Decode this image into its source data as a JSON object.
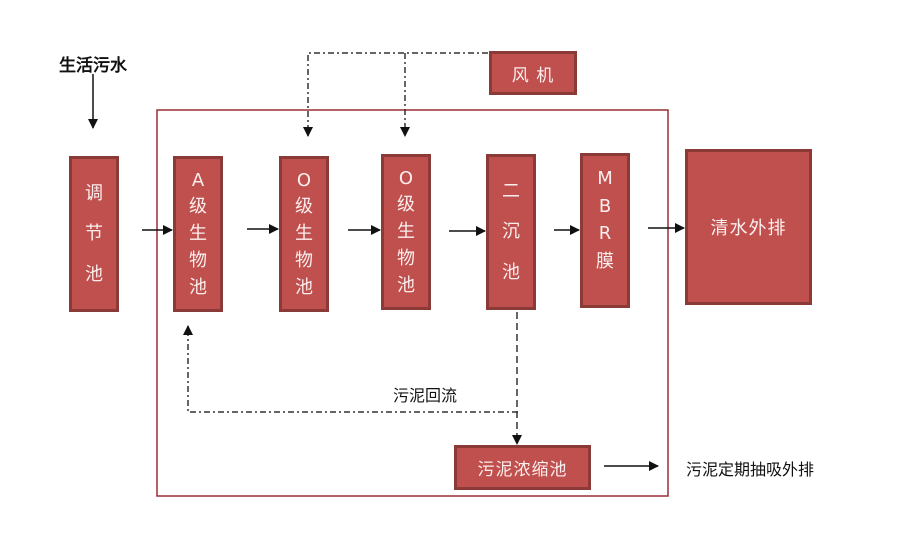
{
  "diagram": {
    "input_label": "生活污水",
    "blower_label": "风 机",
    "nodes": [
      {
        "id": "regulating-tank",
        "chars": [
          "调",
          "节",
          "池"
        ]
      },
      {
        "id": "a-bio-tank",
        "chars": [
          "A",
          "级",
          "生",
          "物",
          "池"
        ]
      },
      {
        "id": "o-bio-tank-1",
        "chars": [
          "O",
          "级",
          "生",
          "物",
          "池"
        ]
      },
      {
        "id": "o-bio-tank-2",
        "chars": [
          "O",
          "级",
          "生",
          "物",
          "池"
        ]
      },
      {
        "id": "secondary-clarifier",
        "chars": [
          "二",
          "沉",
          "池"
        ]
      },
      {
        "id": "mbr-membrane",
        "chars": [
          "M",
          "B",
          "R",
          "膜"
        ]
      }
    ],
    "clean_water_label": "清水外排",
    "sludge_return_label": "污泥回流",
    "sludge_thickener_label": "污泥浓缩池",
    "sludge_discharge_label": "污泥定期抽吸外排",
    "colors": {
      "box_fill": "#c0504d",
      "box_border": "#8c3a38",
      "frame": "#9b2f35",
      "arrow": "#111111"
    }
  }
}
